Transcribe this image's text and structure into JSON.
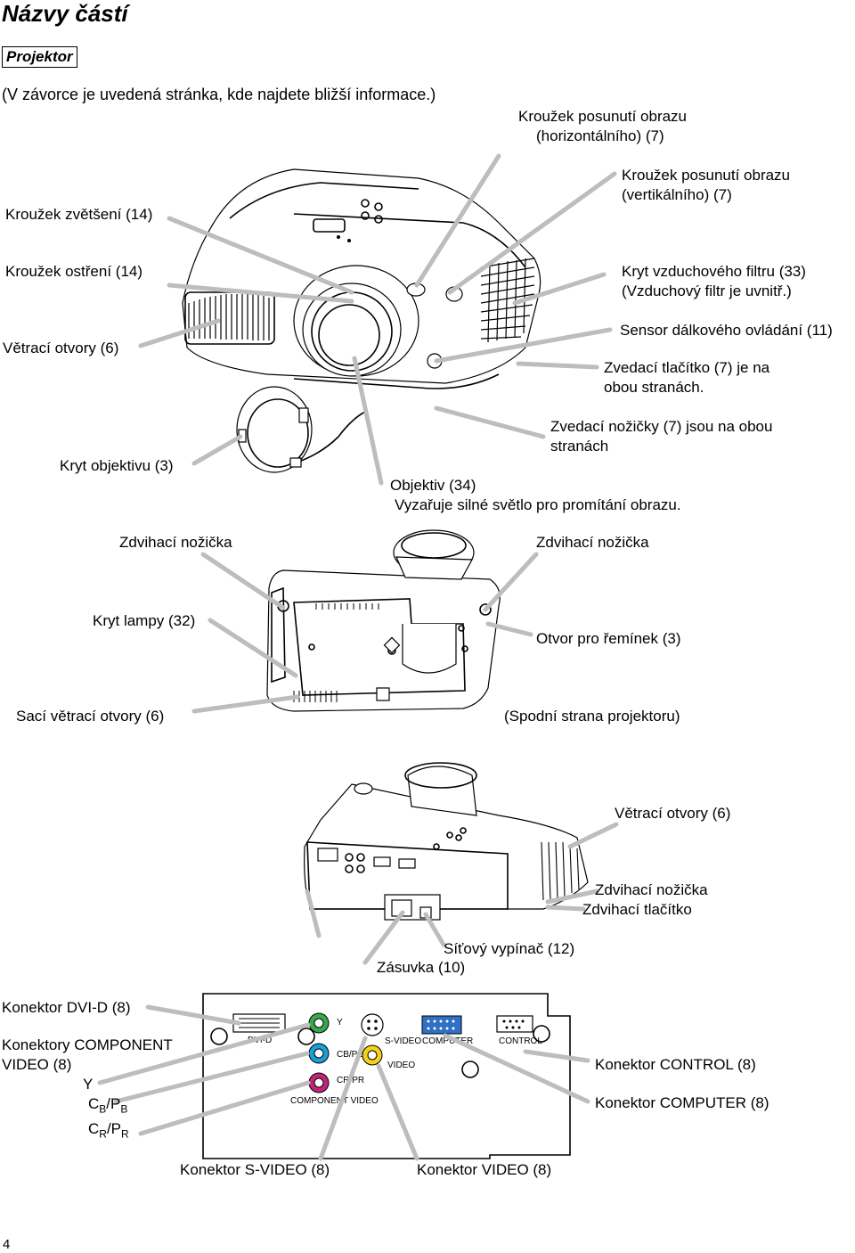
{
  "page": {
    "title": "Názvy částí",
    "section": "Projektor",
    "intro": "(V závorce je uvedená stránka, kde najdete bližší informace.)",
    "page_number": "4"
  },
  "fig_top": {
    "labels": {
      "h_shift_1": "Kroužek posunutí obrazu",
      "h_shift_2": "(horizontálního) (7)",
      "v_shift_1": "Kroužek posunutí obrazu",
      "v_shift_2": "(vertikálního) (7)",
      "zoom": "Kroužek zvětšení (14)",
      "focus": "Kroužek ostření (14)",
      "filter_1": "Kryt vzduchového filtru (33)",
      "filter_2": "(Vzduchový filtr je uvnitř.)",
      "vents": "Větrací otvory (6)",
      "remote": "Sensor dálkového ovládání (11)",
      "elevator_btn_1": "Zvedací tlačítko (7) je na",
      "elevator_btn_2": "obou stranách.",
      "elevator_feet_1": "Zvedací nožičky (7) jsou na obou",
      "elevator_feet_2": "stranách",
      "lens_cap": "Kryt objektivu (3)",
      "lens_1": "Objektiv (34)",
      "lens_2": "Vyzařuje silné světlo pro promítání obrazu."
    }
  },
  "fig_bottom": {
    "labels": {
      "foot_left": "Zdvihací nožička",
      "foot_right": "Zdvihací nožička",
      "lamp_cover": "Kryt lampy (32)",
      "strap_hole": "Otvor pro řemínek (3)",
      "intake": "Sací větrací otvory (6)",
      "caption": "(Spodní strana projektoru)"
    }
  },
  "fig_rear": {
    "labels": {
      "vents": "Větrací otvory (6)",
      "foot": "Zdvihací nožička",
      "button": "Zdvihací tlačítko",
      "switch": "Síťový vypínač (12)",
      "socket": "Zásuvka (10)"
    }
  },
  "fig_panel": {
    "labels": {
      "dvi": "Konektor DVI-D (8)",
      "component_1": "Konektory COMPONENT",
      "component_2": "VIDEO (8)",
      "y": "Y",
      "cb_main": "C",
      "cb_sub": "B",
      "cb_mid": "/P",
      "cb_sub2": "B",
      "cr_main": "C",
      "cr_sub": "R",
      "cr_mid": "/P",
      "cr_sub2": "R",
      "control": "Konektor CONTROL (8)",
      "computer": "Konektor COMPUTER (8)",
      "svideo": "Konektor S-VIDEO (8)",
      "video": "Konektor VIDEO (8)"
    },
    "panel_text": {
      "dvi": "DVI-D",
      "y": "Y",
      "cbpb": "CB/PB",
      "crpr": "CR/PR",
      "component": "COMPONENT VIDEO",
      "svideo": "S-VIDEO",
      "video": "VIDEO",
      "computer": "COMPUTER",
      "control": "CONTROL"
    }
  }
}
